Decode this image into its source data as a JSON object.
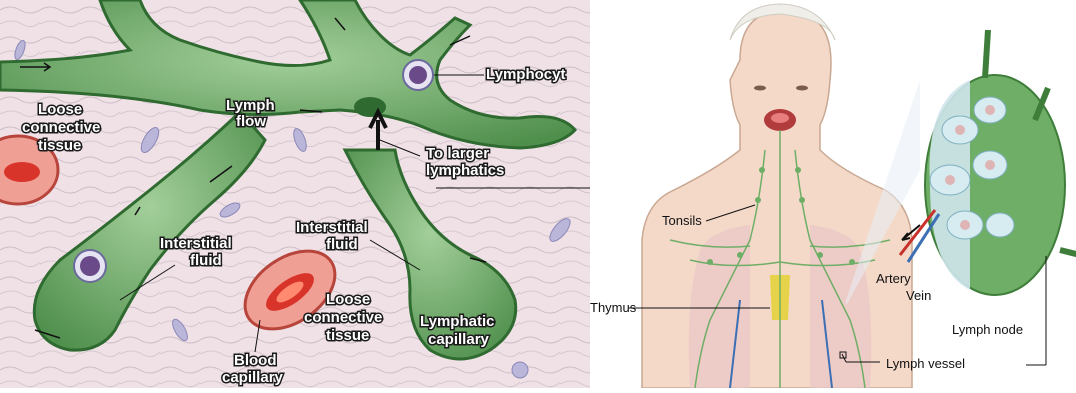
{
  "left_panel": {
    "labels": {
      "lymphocyte": "Lymphocyt",
      "lymph_flow_1": "Lymph",
      "lymph_flow_2": "flow",
      "loose_ct_left_1": "Loose",
      "loose_ct_left_2": "connective",
      "loose_ct_left_3": "tissue",
      "to_larger_1": "To larger",
      "to_larger_2": "lymphatics",
      "interstitial_left_1": "Interstitial",
      "interstitial_left_2": "fluid",
      "interstitial_mid_1": "Interstitial",
      "interstitial_mid_2": "fluid",
      "loose_ct_mid_1": "Loose",
      "loose_ct_mid_2": "connective",
      "loose_ct_mid_3": "tissue",
      "lymphatic_cap_1": "Lymphatic",
      "lymphatic_cap_2": "capillary",
      "blood_cap_1": "Blood",
      "blood_cap_2": "capillary"
    }
  },
  "right_panel": {
    "labels": {
      "tonsils": "Tonsils",
      "thymus": "Thymus",
      "artery": "Artery",
      "vein": "Vein",
      "lymph_node": "Lymph node",
      "lymph_vessel": "Lymph vessel"
    }
  },
  "colors": {
    "tissue_bg": "#efe1e6",
    "lymphatic": "#5f9e5a",
    "lymphatic_light": "#8fc08a",
    "blood_cell": "#d9342a",
    "node_green": "#6fae66"
  }
}
